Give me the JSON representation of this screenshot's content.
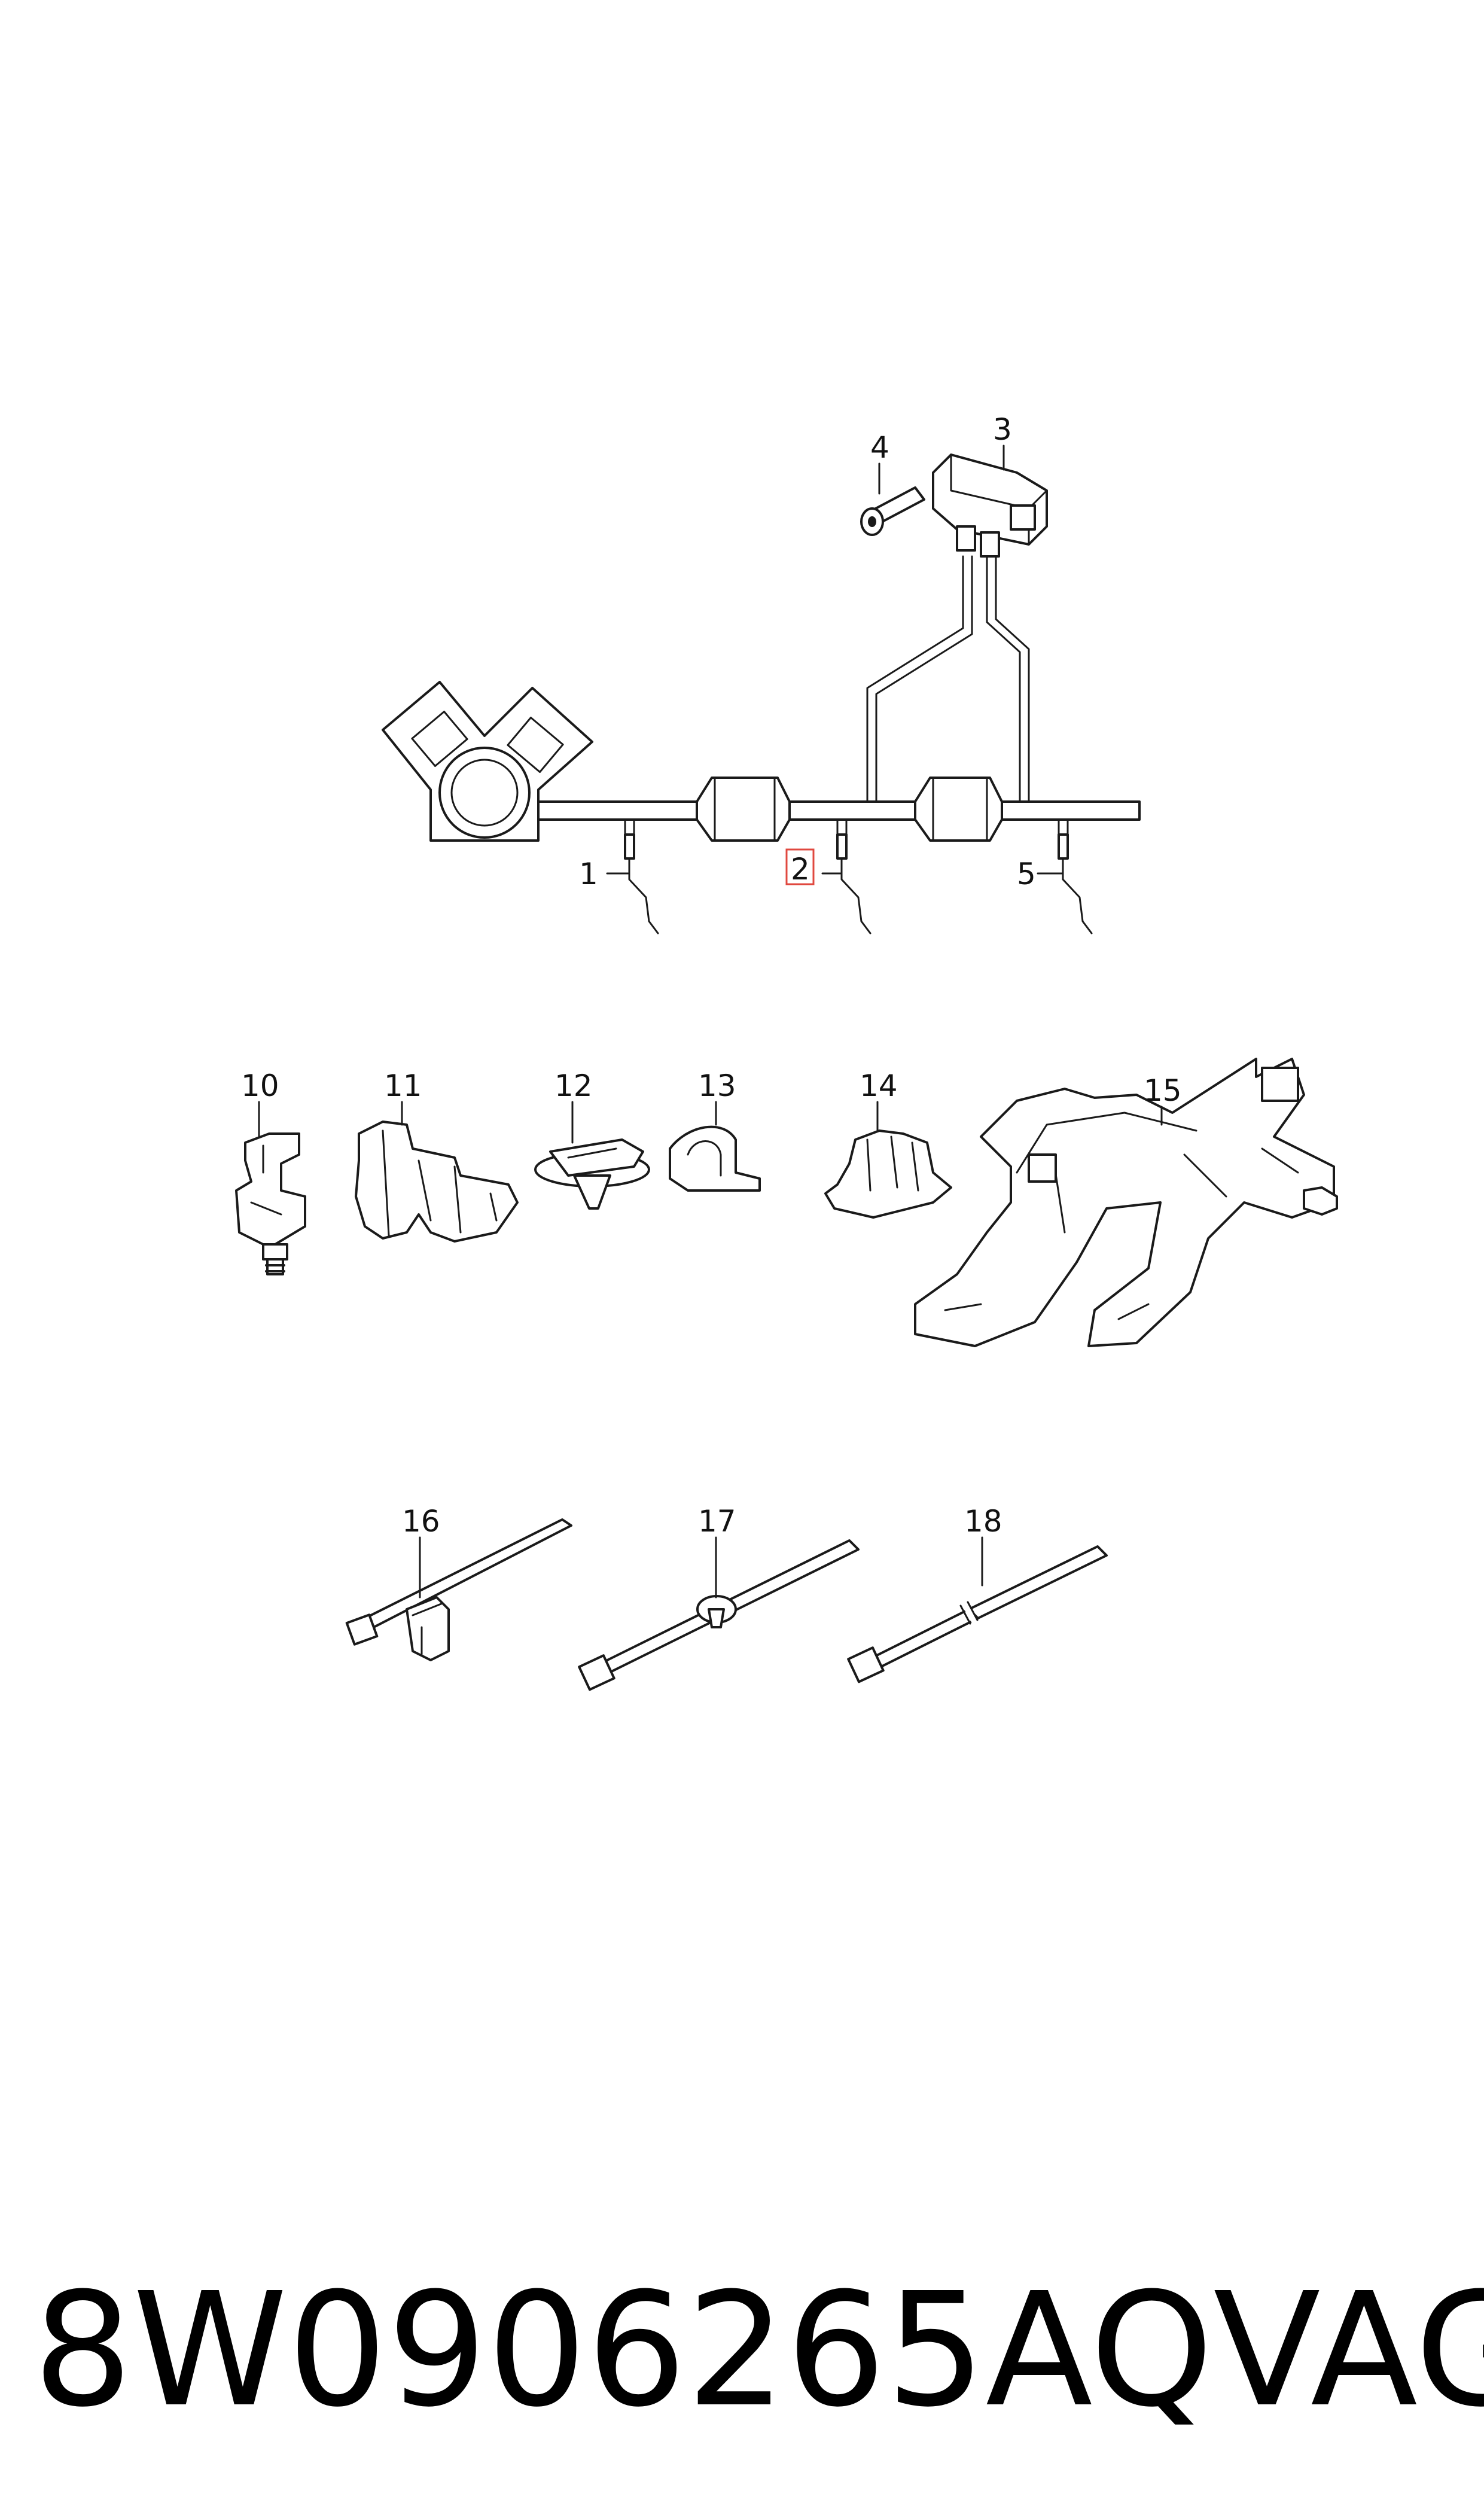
{
  "callouts": {
    "c1": "1",
    "c2": "2",
    "c3": "3",
    "c4": "4",
    "c5": "5",
    "c10": "10",
    "c11": "11",
    "c12": "12",
    "c13": "13",
    "c14": "14",
    "c15": "15",
    "c16": "16",
    "c17": "17",
    "c18": "18"
  },
  "highlight_color": "#e0483f",
  "footer": {
    "part_number": "8W0906265AQ",
    "brand": "VAG"
  }
}
